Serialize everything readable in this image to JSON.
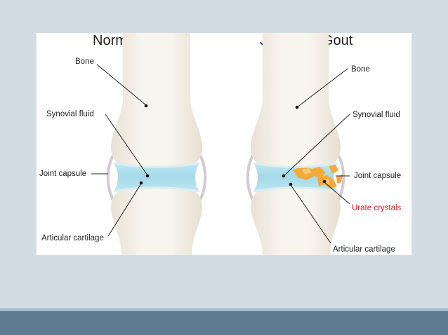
{
  "colors": {
    "slide_background": "#d3dce3",
    "footer_bar": "#5d7a90",
    "bone": "#f1ece3",
    "synovial_fluid": "#a8dde9",
    "urate_crystals": "#f4a93a",
    "urate_label": "#d51f2b"
  },
  "diagram": {
    "left": {
      "title": "Normal Joint",
      "labels": {
        "bone": "Bone",
        "synovial_fluid": "Synovial fluid",
        "joint_capsule": "Joint capsule",
        "articular_cartilage": "Articular cartilage"
      }
    },
    "right": {
      "title": "Joint with Gout",
      "labels": {
        "bone": "Bone",
        "synovial_fluid": "Synovial fluid",
        "joint_capsule": "Joint capsule",
        "urate_crystals": "Urate crystals",
        "articular_cartilage": "Articular cartilage"
      }
    }
  }
}
